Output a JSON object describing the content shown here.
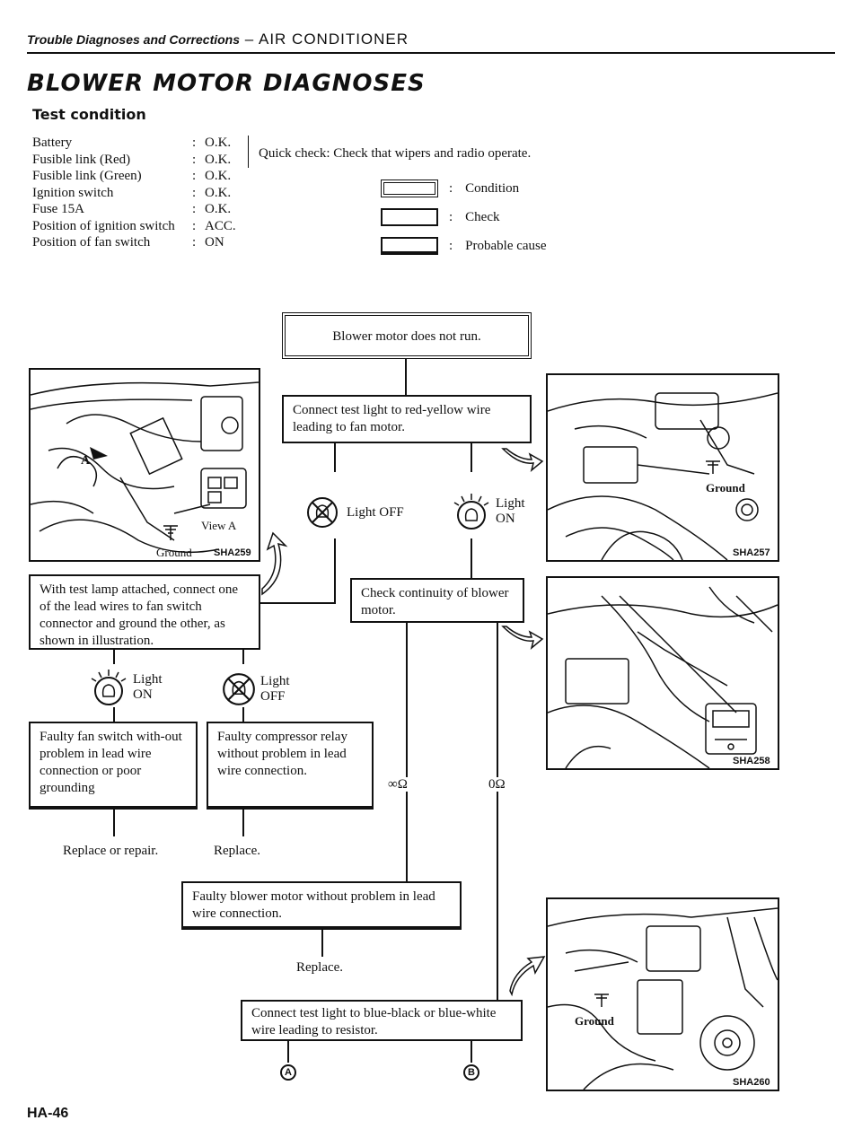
{
  "header": {
    "section_italic": "Trouble Diagnoses and Corrections",
    "dash": " – ",
    "section": "AIR CONDITIONER"
  },
  "title": "BLOWER MOTOR DIAGNOSES",
  "subtitle": "Test condition",
  "conditions": [
    {
      "label": "Battery",
      "value": "O.K."
    },
    {
      "label": "Fusible link (Red)",
      "value": "O.K."
    },
    {
      "label": "Fusible link (Green)",
      "value": "O.K."
    },
    {
      "label": "Ignition switch",
      "value": "O.K."
    },
    {
      "label": "Fuse 15A",
      "value": "O.K."
    },
    {
      "label": "Position of ignition switch",
      "value": "ACC."
    },
    {
      "label": "Position of fan switch",
      "value": "ON"
    }
  ],
  "quick_check": "Quick check:  Check that wipers and radio operate.",
  "legend": {
    "colon": ":",
    "condition": "Condition",
    "check": "Check",
    "probable": "Probable cause"
  },
  "flow": {
    "start": "Blower motor does not run.",
    "connect_red_yellow": "Connect test light to red-yellow wire leading to fan motor.",
    "light_off": "Light OFF",
    "light_word": "Light",
    "on_word": "ON",
    "off_word": "OFF",
    "check_continuity": "Check continuity of blower motor.",
    "test_lamp": "With test lamp attached, connect one of the lead wires to fan switch connector and ground the other, as shown in illustration.",
    "faulty_fan_switch": "Faulty fan switch with-out problem in lead wire connection or poor grounding",
    "faulty_relay": "Faulty compressor relay without problem in lead wire connection.",
    "replace_or_repair": "Replace or repair.",
    "replace": "Replace.",
    "infinite_ohm": "∞Ω",
    "zero_ohm": "0Ω",
    "faulty_blower": "Faulty blower motor without problem in lead wire connection.",
    "connect_blue": "Connect test light to blue-black or blue-white wire leading to resistor.",
    "circle_a": "A",
    "circle_b": "B"
  },
  "figures": {
    "fig1": {
      "code": "SHA259",
      "view": "View A",
      "ground": "Ground",
      "tag": "A"
    },
    "fig2": {
      "code": "SHA257",
      "ground": "Ground"
    },
    "fig3": {
      "code": "SHA258"
    },
    "fig4": {
      "code": "SHA260",
      "ground": "Ground"
    }
  },
  "page_number": "HA-46"
}
